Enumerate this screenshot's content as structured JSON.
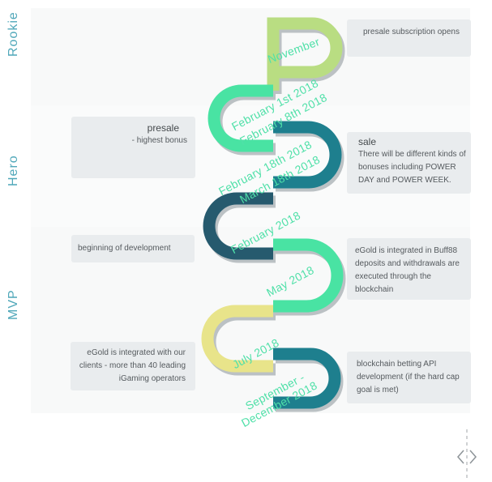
{
  "stages": [
    "Rookie",
    "Hero",
    "MVP"
  ],
  "boxes": {
    "presale_subscription": "presale subscription opens",
    "presale": {
      "title": "presale",
      "text": "- highest bonus"
    },
    "sale": {
      "title": "sale",
      "text": "There will be different kinds of bonuses including POWER DAY and POWER WEEK."
    },
    "development": "beginning of development",
    "buff88": "eGold is integrated in Buff88 deposits and withdrawals are executed through the blockchain",
    "clients": "eGold is integrated with our clients - more than 40 leading iGaming operators",
    "betting": "blockchain betting API development (if the hard cap goal is met)"
  },
  "dates": {
    "november": "November",
    "feb1": "February 1st 2018",
    "feb8": "February 8th 2018",
    "feb18": "February 18th 2018",
    "mar18": "March 18th 2018",
    "feb2018": "February 2018",
    "may": "May 2018",
    "july": "July 2018",
    "sep_dec_1": "September -",
    "sep_dec_2": "December 2018"
  },
  "colors": {
    "lime": "#b9dd82",
    "mint": "#49e3a3",
    "teal": "#1e7f8e",
    "navy": "#265a6e",
    "yellow": "#e8e48a",
    "label": "#4fe0a8",
    "stage": "#4fa7b9"
  },
  "icons": {
    "nav": "prev-next-arrows-icon"
  }
}
